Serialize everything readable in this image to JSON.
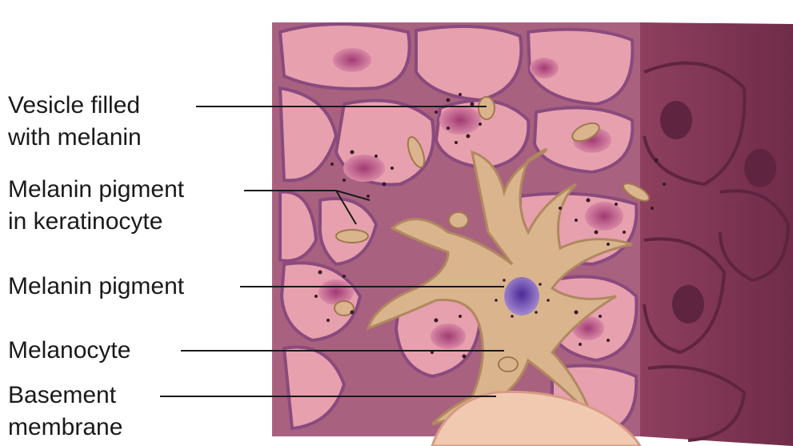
{
  "labels": [
    {
      "id": "vesicle",
      "lines": [
        "Vesicle filled",
        "with melanin"
      ]
    },
    {
      "id": "keratinocyte-pigment",
      "lines": [
        "Melanin pigment",
        "in keratinocyte"
      ]
    },
    {
      "id": "melanin-pigment",
      "lines": [
        "Melanin pigment"
      ]
    },
    {
      "id": "melanocyte",
      "lines": [
        "Melanocyte"
      ]
    },
    {
      "id": "basement-membrane",
      "lines": [
        "Basement",
        "membrane"
      ]
    }
  ],
  "colors": {
    "cell_fill": "#e7a0ad",
    "cell_border": "#8a4a7d",
    "nucleus": "#b24b83",
    "side_face": "#7e3653",
    "melanocyte_fill": "#d9b48c",
    "melanocyte_nucleus": "#6a3fa0",
    "basement_membrane": "#f1c9b0",
    "leader_line": "#1a1a1a"
  }
}
